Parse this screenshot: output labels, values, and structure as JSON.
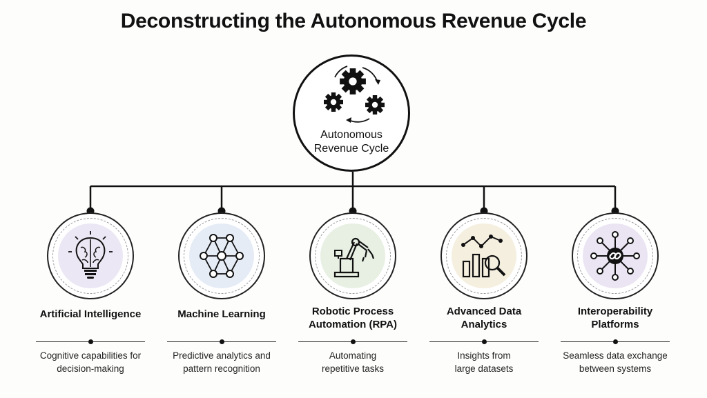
{
  "title": "Deconstructing the Autonomous Revenue Cycle",
  "hub": {
    "label_line1": "Autonomous",
    "label_line2": "Revenue Cycle",
    "icon": "gears-cycle-icon"
  },
  "nodes": [
    {
      "title_line1": "Artificial Intelligence",
      "title_line2": "",
      "desc_line1": "Cognitive capabilities for",
      "desc_line2": "decision-making",
      "icon": "brain-bulb-icon",
      "tint": "#ece7f4"
    },
    {
      "title_line1": "Machine Learning",
      "title_line2": "",
      "desc_line1": "Predictive analytics and",
      "desc_line2": "pattern recognition",
      "icon": "neural-network-icon",
      "tint": "#e5ecf6"
    },
    {
      "title_line1": "Robotic Process",
      "title_line2": "Automation (RPA)",
      "desc_line1": "Automating",
      "desc_line2": "repetitive tasks",
      "icon": "robot-arm-icon",
      "tint": "#e7f0e3"
    },
    {
      "title_line1": "Advanced Data",
      "title_line2": "Analytics",
      "desc_line1": "Insights from",
      "desc_line2": "large datasets",
      "icon": "chart-magnifier-icon",
      "tint": "#f5efe0"
    },
    {
      "title_line1": "Interoperability",
      "title_line2": "Platforms",
      "desc_line1": "Seamless data exchange",
      "desc_line2": "between systems",
      "icon": "link-hub-icon",
      "tint": "#ebe5f3"
    }
  ]
}
